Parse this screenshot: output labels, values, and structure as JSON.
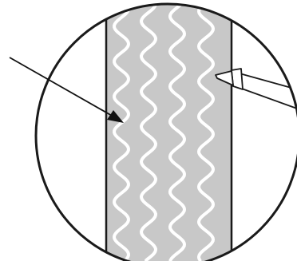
{
  "diagram": {
    "labels": [],
    "colors": {
      "background": "#ffffff",
      "outline": "#1a1a1a",
      "band_fill": "#c8c8c8",
      "wave_stroke": "#ffffff",
      "pointer": "#111111",
      "tool_fill": "#ffffff"
    },
    "elements": {
      "magnifier_circle": "circle-outline",
      "vertical_band": "gray-strip",
      "wavy_lines": "white-wavy-fibers",
      "pointer_arrow": "arrow-icon",
      "applicator_tool": "pipette-tip-icon"
    }
  }
}
